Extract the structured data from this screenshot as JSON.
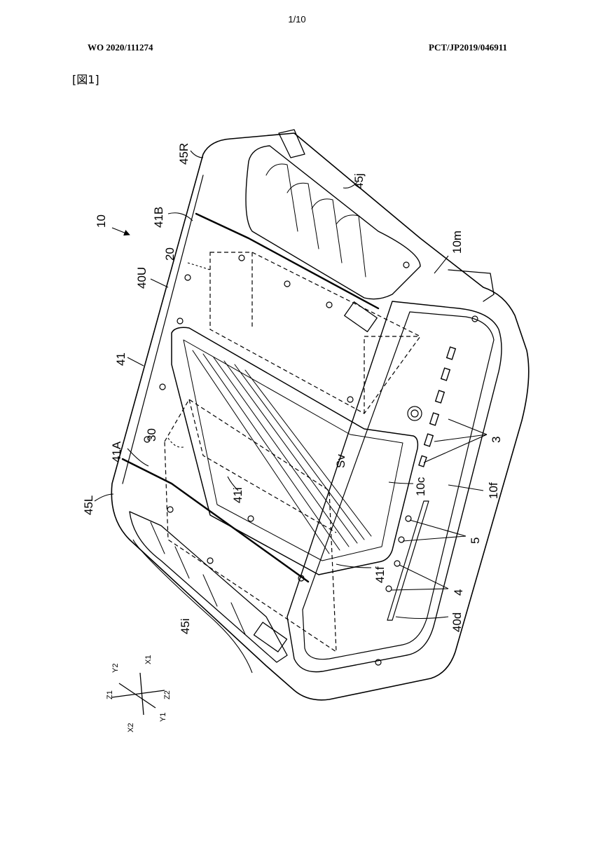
{
  "page_number": "1/10",
  "publication_number": "WO 2020/111274",
  "application_number": "PCT/JP2019/046911",
  "figure_label": "[図1]",
  "reference_labels": {
    "r10": "10",
    "r40U": "40U",
    "r41": "41",
    "r41A": "41A",
    "r41B": "41B",
    "r20": "20",
    "r30": "30",
    "r45R": "45R",
    "r45L": "45L",
    "r45j": "45j",
    "r45i": "45i",
    "r10m": "10m",
    "r3": "3",
    "r10c": "10c",
    "r10f": "10f",
    "r5": "5",
    "r41f": "41f",
    "r4": "4",
    "r40d": "40d",
    "r41i": "41i",
    "rSv": "Sv"
  },
  "axes": {
    "x1": "X1",
    "x2": "X2",
    "y1": "Y1",
    "y2": "Y2",
    "z1": "Z1",
    "z2": "Z2"
  }
}
